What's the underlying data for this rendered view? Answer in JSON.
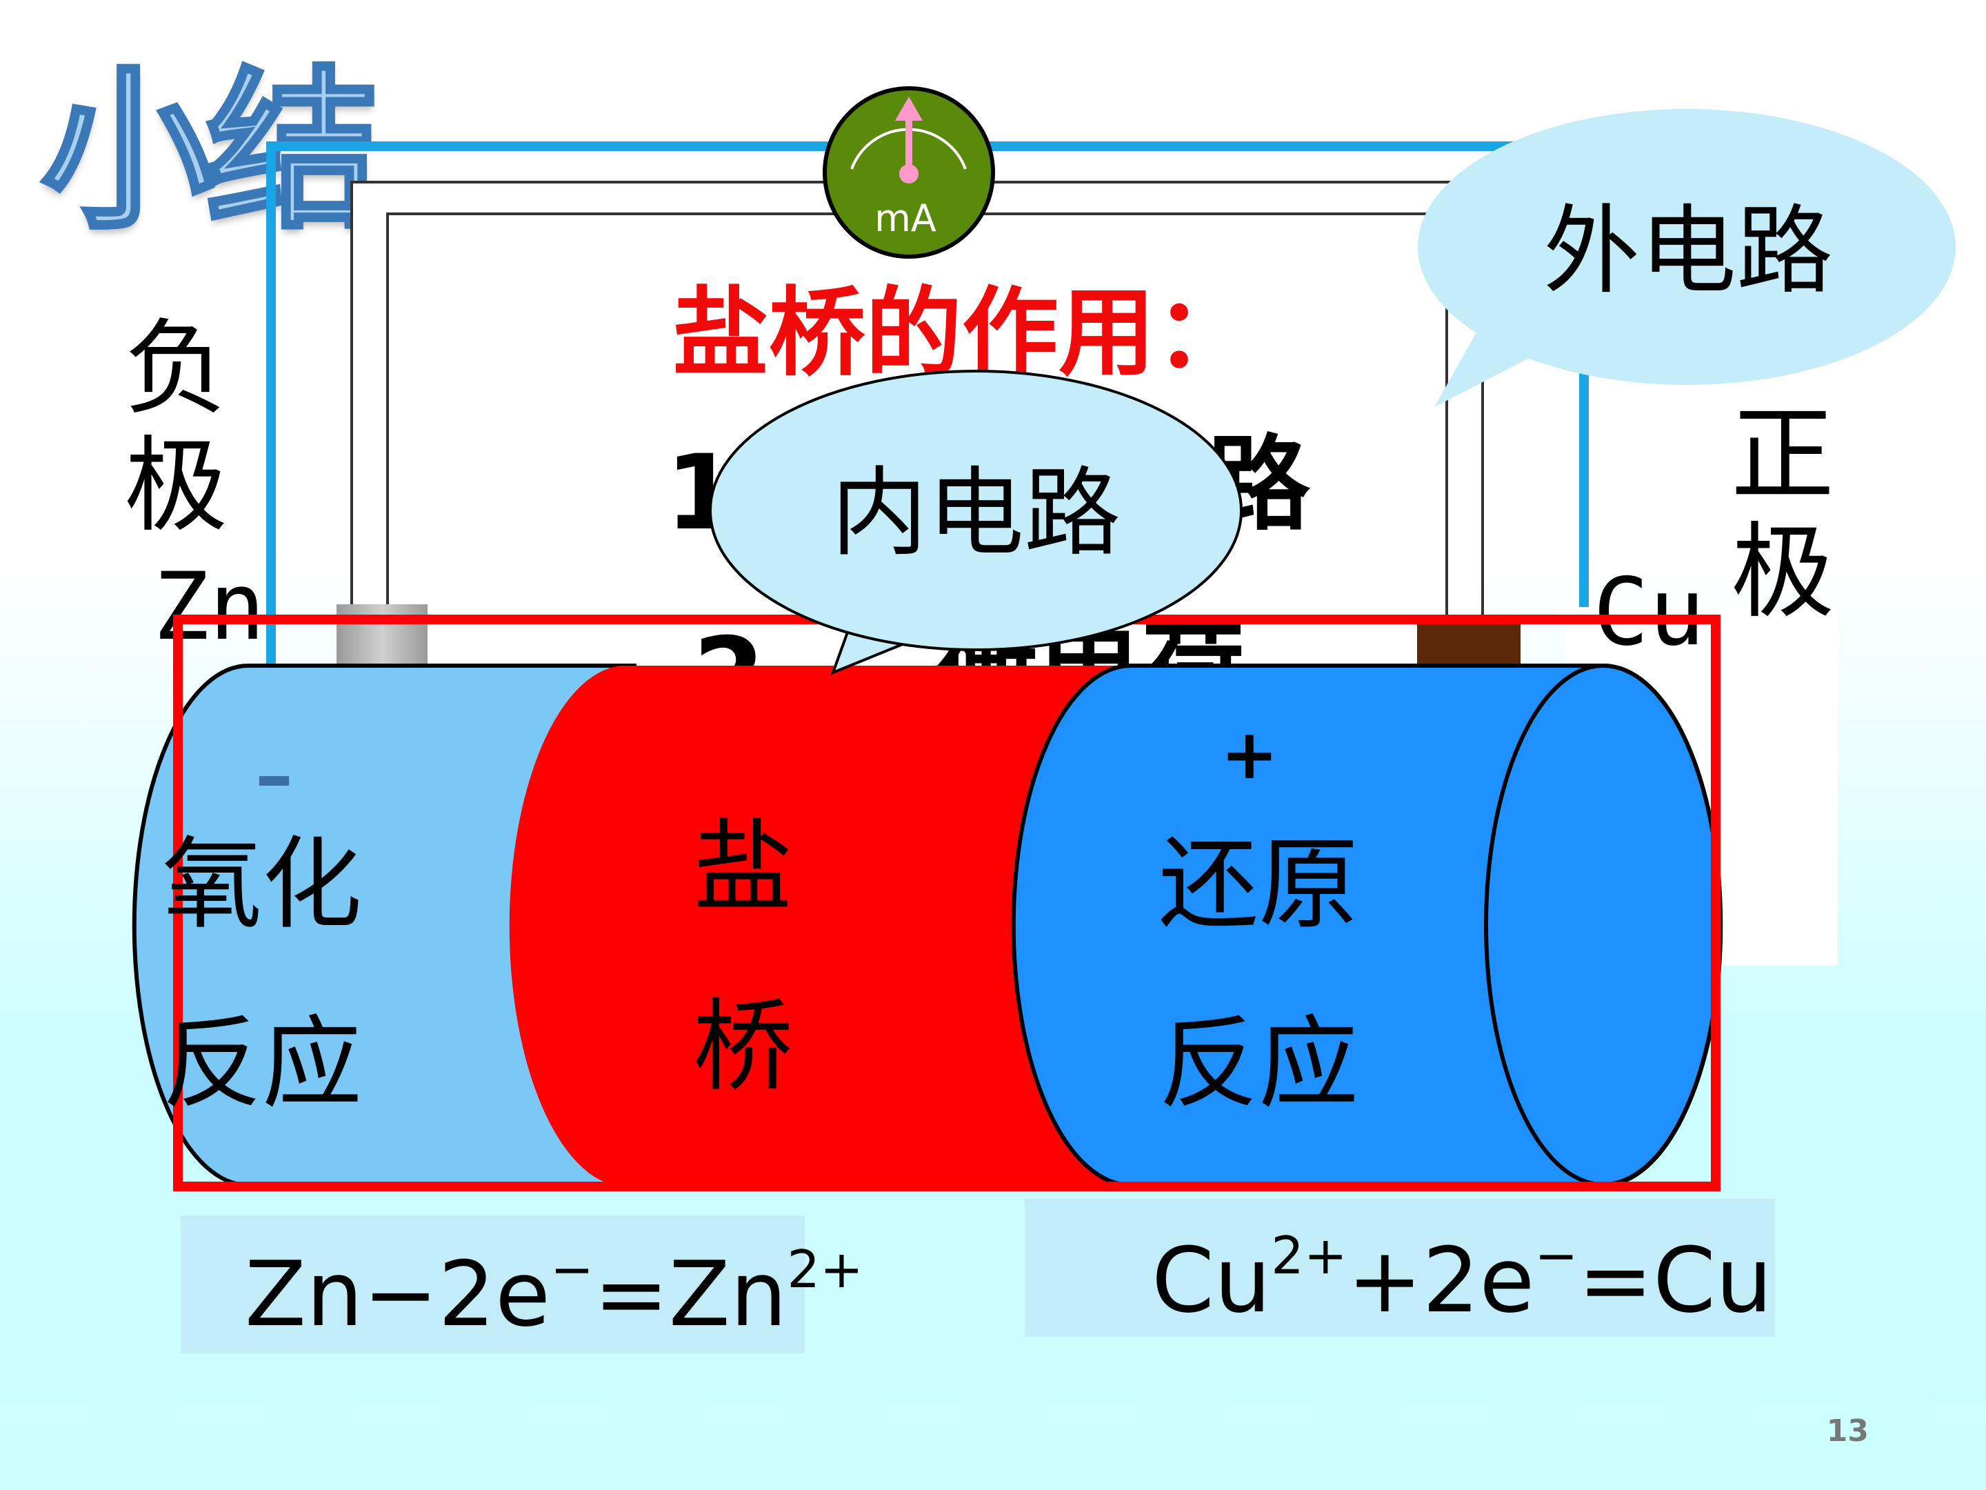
{
  "slide": {
    "title": "小结",
    "page_number": "13"
  },
  "meter": {
    "unit": "mA"
  },
  "callouts": {
    "outer_circuit": "外电路",
    "inner_circuit": "内电路"
  },
  "salt_bridge_heading": "盐桥的作用：",
  "list": {
    "item1_num": "1",
    "item1_tail": "路",
    "item2_num": "2",
    "item2_tail": "衡电荷"
  },
  "electrodes": {
    "negative": {
      "label_line1": "负",
      "label_line2": "极",
      "metal": "Zn"
    },
    "positive": {
      "label_line1": "正",
      "label_line2": "极",
      "metal": "Cu"
    }
  },
  "cell": {
    "left_sign": "–",
    "left_line1": "氧化",
    "left_line2": "反应",
    "bridge_line1": "盐",
    "bridge_line2": "桥",
    "right_sign": "+",
    "right_line1": "还原",
    "right_line2": "反应"
  },
  "equations": {
    "anode": {
      "a": "Zn−2e",
      "b": "−",
      "c": "=Zn",
      "d": "2+"
    },
    "cathode": {
      "a": "Cu",
      "b": "2+",
      "c": "+2e",
      "d": "−",
      "e": "=Cu"
    }
  },
  "colors": {
    "wire": "#1aa6e6",
    "left_cylinder": "#7bc8f6",
    "bridge": "#ff0000",
    "right_cylinder": "#1e90ff",
    "callout": "#c5ecf9",
    "heading_red": "#f00a0a",
    "meter_green": "#5a8a0a"
  }
}
